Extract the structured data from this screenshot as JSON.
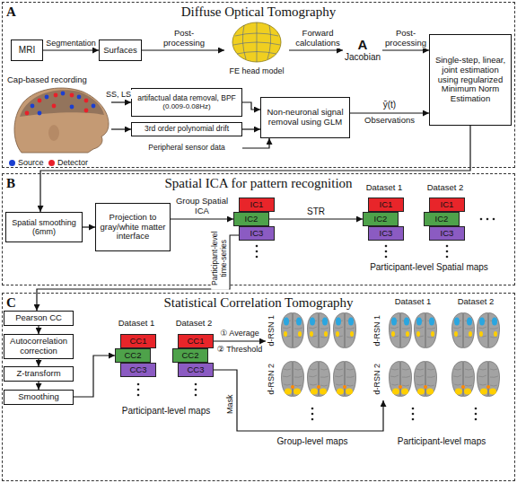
{
  "diagram": {
    "nodes": [
      {
        "text": [
          "A",
          "Diffuse Optical Tomography"
        ]
      },
      {
        "text": [
          "MRI"
        ],
        "in": 0
      },
      {
        "text": [
          "Surfaces"
        ],
        "in": 0
      },
      {
        "text": [
          "FE head model"
        ],
        "in": 0
      },
      {
        "text": [
          "A",
          "Jacobian"
        ],
        "in": 0
      },
      {
        "text": [
          "Single-step, linear, joint estimation using regularized Minimum Norm Estimation"
        ],
        "in": 0
      },
      {
        "text": [
          "Cap-based recording"
        ],
        "in": 0
      },
      {
        "text": [
          "artifactual data removal, BPF",
          "(0.009-0.08Hz)"
        ],
        "in": 0
      },
      {
        "text": [
          "3rd order polynomial drift"
        ],
        "in": 0
      },
      {
        "text": [
          "Peripheral sensor data"
        ],
        "in": 0
      },
      {
        "text": [
          "Non-neuronal signal removal using GLM"
        ],
        "in": 0
      },
      {
        "text": [
          "B",
          "Spatial ICA for pattern recognition"
        ]
      },
      {
        "text": [
          "Spatial smoothing (6mm)"
        ],
        "in": 11
      },
      {
        "text": [
          "Projection to gray/white matter interface"
        ],
        "in": 11
      },
      {
        "text": [
          "IC1"
        ],
        "in": 11
      },
      {
        "text": [
          "IC2"
        ],
        "in": 11
      },
      {
        "text": [
          "IC3"
        ],
        "in": 11
      },
      {
        "text": [
          "IC1"
        ],
        "in": 11
      },
      {
        "text": [
          "IC2"
        ],
        "in": 11
      },
      {
        "text": [
          "IC3"
        ],
        "in": 11
      },
      {
        "text": [
          "IC1"
        ],
        "in": 11
      },
      {
        "text": [
          "IC2"
        ],
        "in": 11
      },
      {
        "text": [
          "IC3"
        ],
        "in": 11
      },
      {
        "text": [
          "C",
          "Statistical Correlation Tomography"
        ]
      },
      {
        "text": [
          "Pearson CC"
        ],
        "in": 23
      },
      {
        "text": [
          "Autocorrelation correction"
        ],
        "in": 23
      },
      {
        "text": [
          "Z-transform"
        ],
        "in": 23
      },
      {
        "text": [
          "Smoothing"
        ],
        "in": 23
      },
      {
        "text": [
          "CC1"
        ],
        "in": 23
      },
      {
        "text": [
          "CC2"
        ],
        "in": 23
      },
      {
        "text": [
          "CC3"
        ],
        "in": 23
      },
      {
        "text": [
          "CC1"
        ],
        "in": 23
      },
      {
        "text": [
          "CC2"
        ],
        "in": 23
      },
      {
        "text": [
          "CC3"
        ],
        "in": 23
      },
      {
        "text": [
          "d-RSN 1"
        ],
        "in": 23
      },
      {
        "text": [
          "d-RSN 2"
        ],
        "in": 23
      },
      {
        "text": [
          "d-RSN 1"
        ],
        "in": 23
      },
      {
        "text": [
          "d-RSN 2"
        ],
        "in": 23
      }
    ],
    "edges": [
      {
        "from": 1,
        "to": 2,
        "label": "Segmentation",
        "arrow": "to"
      },
      {
        "from": 2,
        "to": 3,
        "label": "Post-processing",
        "arrow": "to"
      },
      {
        "from": 3,
        "to": 4,
        "label": "Forward calculations",
        "arrow": "to"
      },
      {
        "from": 4,
        "to": 5,
        "label": "Post-processing",
        "arrow": "to"
      },
      {
        "from": 6,
        "to": 7,
        "label": "SS, LS",
        "arrow": "to"
      },
      {
        "from": 6,
        "to": 8,
        "arrow": "to"
      },
      {
        "from": 7,
        "to": 10,
        "arrow": "to"
      },
      {
        "from": 8,
        "to": 10,
        "arrow": "to"
      },
      {
        "from": 9,
        "to": 10,
        "arrow": "to"
      },
      {
        "from": 10,
        "to": 5,
        "label": "ȳ(t)",
        "arrow": "to"
      },
      {
        "from": 5,
        "to": 12,
        "arrow": "to"
      },
      {
        "from": 12,
        "to": 13,
        "arrow": "to"
      },
      {
        "from": 13,
        "to": 15,
        "label": "Group Spatial ICA",
        "arrow": "to"
      },
      {
        "from": 15,
        "to": 18,
        "label": "STR",
        "arrow": "to"
      },
      {
        "from": 16,
        "to": 24,
        "label": "Participant-level time-series",
        "arrow": "to"
      },
      {
        "from": 24,
        "to": 25,
        "arrow": "to"
      },
      {
        "from": 25,
        "to": 26,
        "arrow": "to"
      },
      {
        "from": 26,
        "to": 27,
        "arrow": "to"
      },
      {
        "from": 27,
        "to": 29,
        "arrow": "to"
      },
      {
        "from": 31,
        "to": 34,
        "arrow": "to"
      },
      {
        "from": 33,
        "to": 37,
        "label": "Mask",
        "arrow": "to"
      }
    ],
    "labels": [
      "Observations",
      "Dataset 1",
      "Dataset 2",
      "Participant-level Spatial maps",
      "Dataset 1",
      "Dataset 2",
      "Participant-level maps",
      "① Average",
      "② Threshold",
      "Group-level maps",
      "Dataset 1",
      "Dataset 2",
      "Participant-level maps"
    ],
    "legend": [
      {
        "text": "Source",
        "color": "#1c3fd0"
      },
      {
        "text": "Detector",
        "color": "#e8202a"
      }
    ]
  }
}
